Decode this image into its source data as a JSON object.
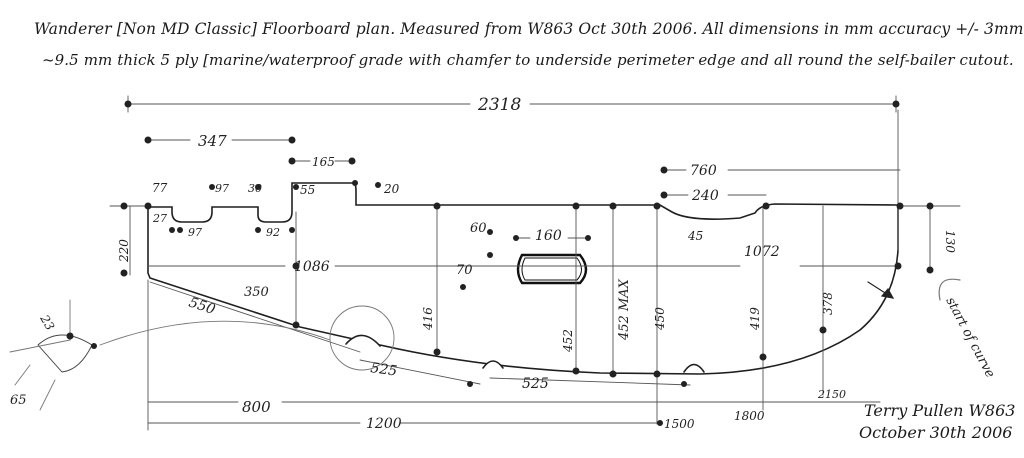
{
  "header": {
    "line1": "Wanderer [Non MD Classic] Floorboard plan. Measured from W863 Oct 30th 2006.  All dimensions in mm accuracy +/- 3mm.",
    "line2": "~9.5 mm thick 5 ply [marine/waterproof grade with chamfer to underside perimeter edge and all round the self-bailer cutout."
  },
  "signature": {
    "name": "Terry Pullen W863",
    "date": "October 30th 2006"
  },
  "dimensions": {
    "overall_length": "2318",
    "notch_span": "347",
    "notch_gap": "165",
    "d77": "77",
    "d27": "27",
    "d97a": "97",
    "d97b": "97",
    "d30": "30",
    "d92": "92",
    "d55": "55",
    "d20": "20",
    "d220": "220",
    "d1086": "1086",
    "d350": "350",
    "d550": "550",
    "d60": "60",
    "d160": "160",
    "d70": "70",
    "d760": "760",
    "d240": "240",
    "d45": "45",
    "d1072": "1072",
    "d130": "130",
    "d416": "416",
    "d452": "452",
    "d452max": "452 MAX",
    "d450": "450",
    "d419": "419",
    "d378": "378",
    "d525a": "525",
    "d525b": "525",
    "d800": "800",
    "d1200": "1200",
    "d1500": "1500",
    "d1800": "1800",
    "d2150": "2150",
    "d23": "23",
    "d65": "65",
    "start_of_curve": "start of curve"
  }
}
